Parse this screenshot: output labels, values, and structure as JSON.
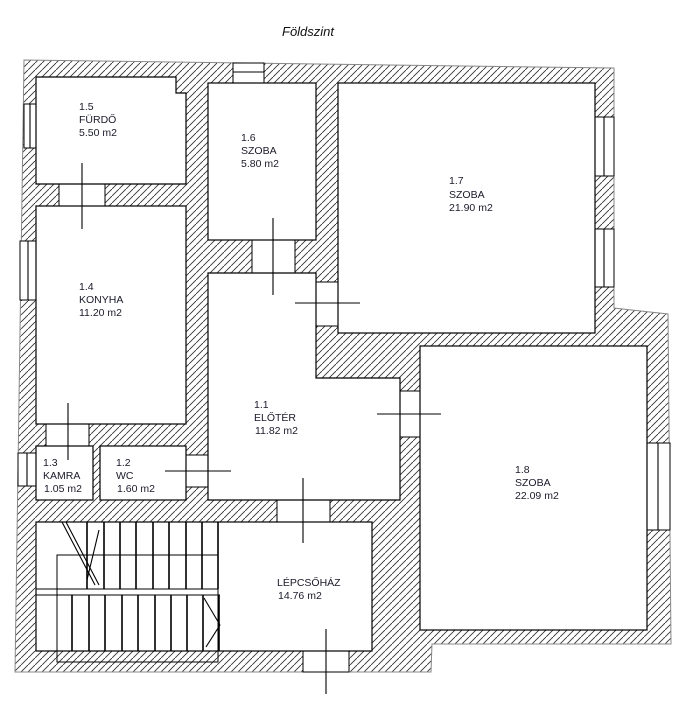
{
  "title": "Földszint",
  "rooms": [
    {
      "number": "1.1",
      "name": "ELŐTÉR",
      "area": "11.82 m2"
    },
    {
      "number": "1.2",
      "name": "WC",
      "area": "1.60 m2"
    },
    {
      "number": "1.3",
      "name": "KAMRA",
      "area": "1.05 m2"
    },
    {
      "number": "1.4",
      "name": "KONYHA",
      "area": "11.20 m2"
    },
    {
      "number": "1.5",
      "name": "FÜRDŐ",
      "area": "5.50 m2"
    },
    {
      "number": "1.6",
      "name": "SZOBA",
      "area": "5.80 m2"
    },
    {
      "number": "1.7",
      "name": "SZOBA",
      "area": "21.90 m2"
    },
    {
      "number": "1.8",
      "name": "SZOBA",
      "area": "22.09 m2"
    },
    {
      "name": "LÉPCSŐHÁZ",
      "area": "14.76 m2"
    }
  ]
}
